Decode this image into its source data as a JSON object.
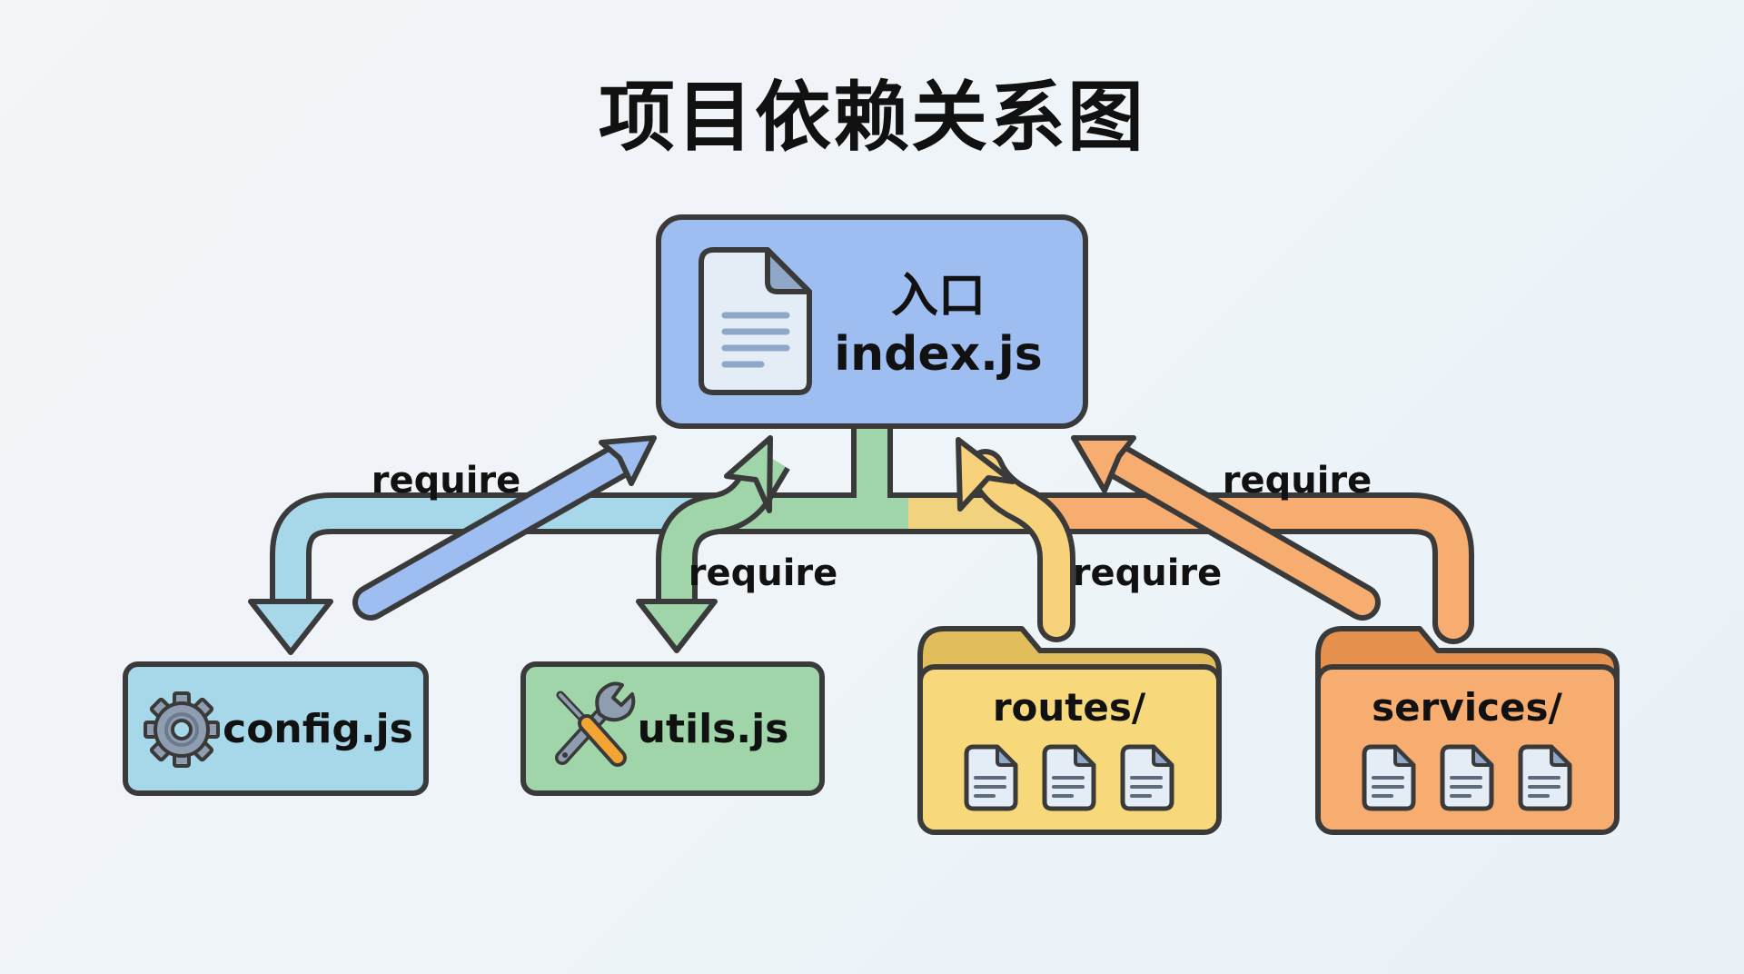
{
  "title": "项目依赖关系图",
  "colors": {
    "outline": "#3a3a3a",
    "index_fill": "#9ebdf0",
    "config_fill": "#a6d8ea",
    "utils_fill": "#9fd5a8",
    "routes_fill": "#f7d87a",
    "routes_tab": "#e2bd5c",
    "services_fill": "#f7ad70",
    "services_tab": "#e6914e",
    "arrow_blue": "#9ebdf0",
    "arrow_cyan": "#a6d8ea",
    "arrow_green": "#9fd5a8",
    "arrow_yellow": "#f7d27a",
    "arrow_orange": "#f7ad70",
    "doc_fill": "#e4ecf6",
    "doc_fold": "#8fa8c8",
    "doc_line": "#8fa8c8"
  },
  "nodes": {
    "index": {
      "line1": "入口",
      "line2": "index.js",
      "icon": "file-icon"
    },
    "config": {
      "label": "config.js",
      "icon": "gear-icon"
    },
    "utils": {
      "label": "utils.js",
      "icon": "tools-icon"
    },
    "routes": {
      "label": "routes/",
      "icon": "folder-icon",
      "file_count": 3
    },
    "services": {
      "label": "services/",
      "icon": "folder-icon",
      "file_count": 3
    }
  },
  "edges": [
    {
      "from": "config",
      "to": "index",
      "label": "require"
    },
    {
      "from": "index",
      "to": "config",
      "label": ""
    },
    {
      "from": "utils",
      "to": "index",
      "label": "require"
    },
    {
      "from": "index",
      "to": "utils",
      "label": ""
    },
    {
      "from": "routes",
      "to": "index",
      "label": "require"
    },
    {
      "from": "services",
      "to": "index",
      "label": "require"
    }
  ],
  "labels": {
    "config_edge": "require",
    "utils_edge": "require",
    "routes_edge": "require",
    "services_edge": "require"
  }
}
